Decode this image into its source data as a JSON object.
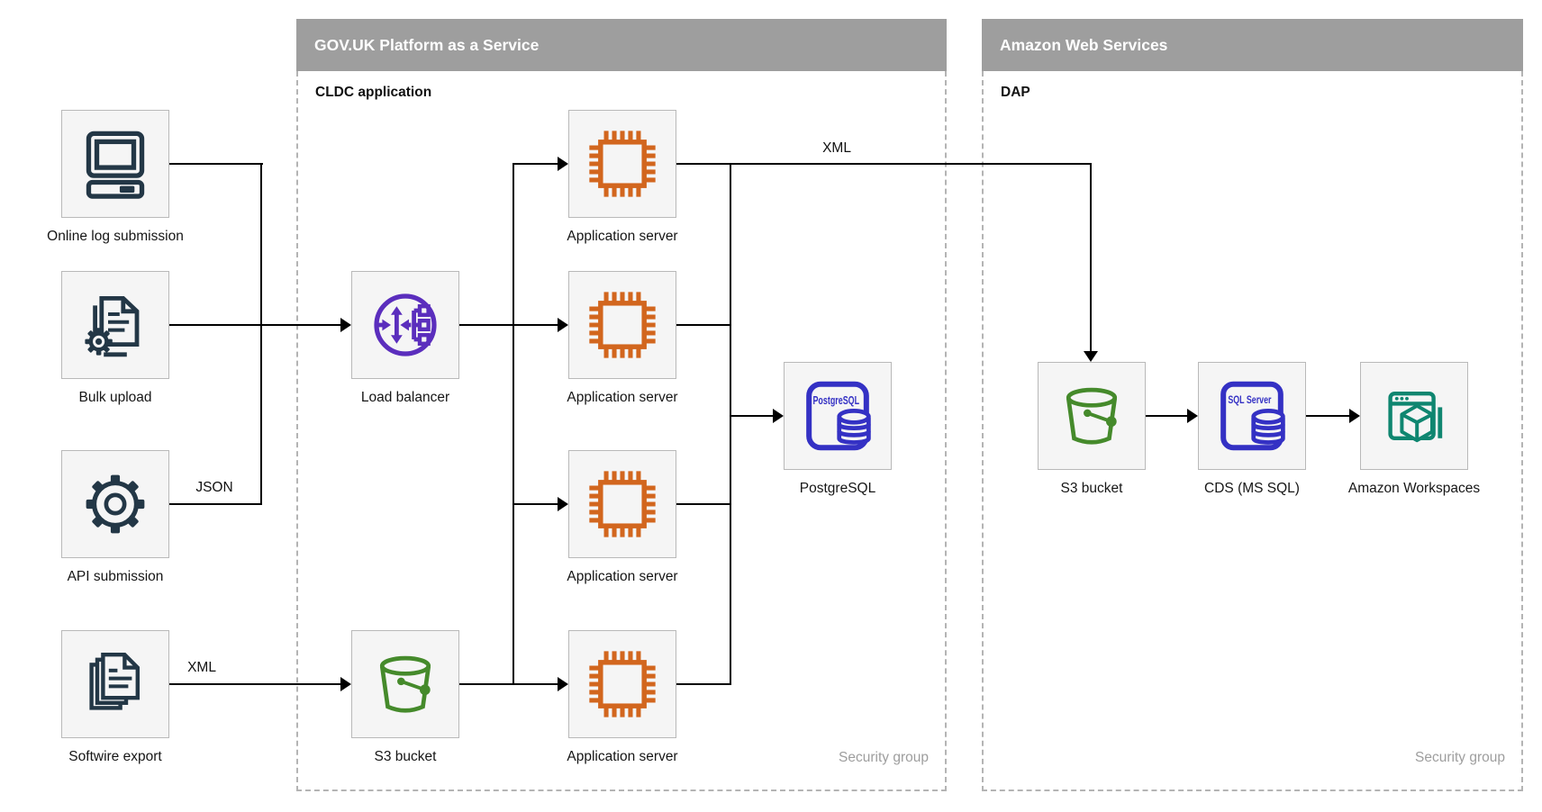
{
  "colors": {
    "line": "#000000",
    "header_bg": "#9e9e9e",
    "header_text": "#ffffff",
    "box_bg": "#f5f5f5",
    "box_border": "#b9b9b9",
    "dashed_border": "#b4b4b4",
    "label_text": "#161616",
    "muted_text": "#9e9e9e",
    "navy": "#233746",
    "purple": "#5b2ebd",
    "orange": "#d2661e",
    "green": "#458a2b",
    "indigo": "#3431c4",
    "teal": "#0f8670"
  },
  "containers": {
    "govuk": {
      "title": "GOV.UK Platform as a Service",
      "sublabel": "CLDC application",
      "footer": "Security group"
    },
    "aws": {
      "title": "Amazon Web Services",
      "sublabel": "DAP",
      "footer": "Security group"
    }
  },
  "nodes": {
    "online_log": {
      "label": "Online log submission"
    },
    "bulk_upload": {
      "label": "Bulk upload"
    },
    "api_submission": {
      "label": "API submission"
    },
    "softwire_export": {
      "label": "Softwire export"
    },
    "load_balancer": {
      "label": "Load balancer"
    },
    "s3_govuk": {
      "label": "S3 bucket"
    },
    "app_server": {
      "label": "Application server"
    },
    "postgresql": {
      "label": "PostgreSQL",
      "icon_text": "PostgreSQL"
    },
    "s3_aws": {
      "label": "S3 bucket"
    },
    "cds": {
      "label": "CDS (MS SQL)",
      "icon_text": "SQL Server"
    },
    "workspaces": {
      "label": "Amazon Workspaces"
    }
  },
  "edge_labels": {
    "json": "JSON",
    "xml_source": "XML",
    "xml_transfer": "XML"
  }
}
